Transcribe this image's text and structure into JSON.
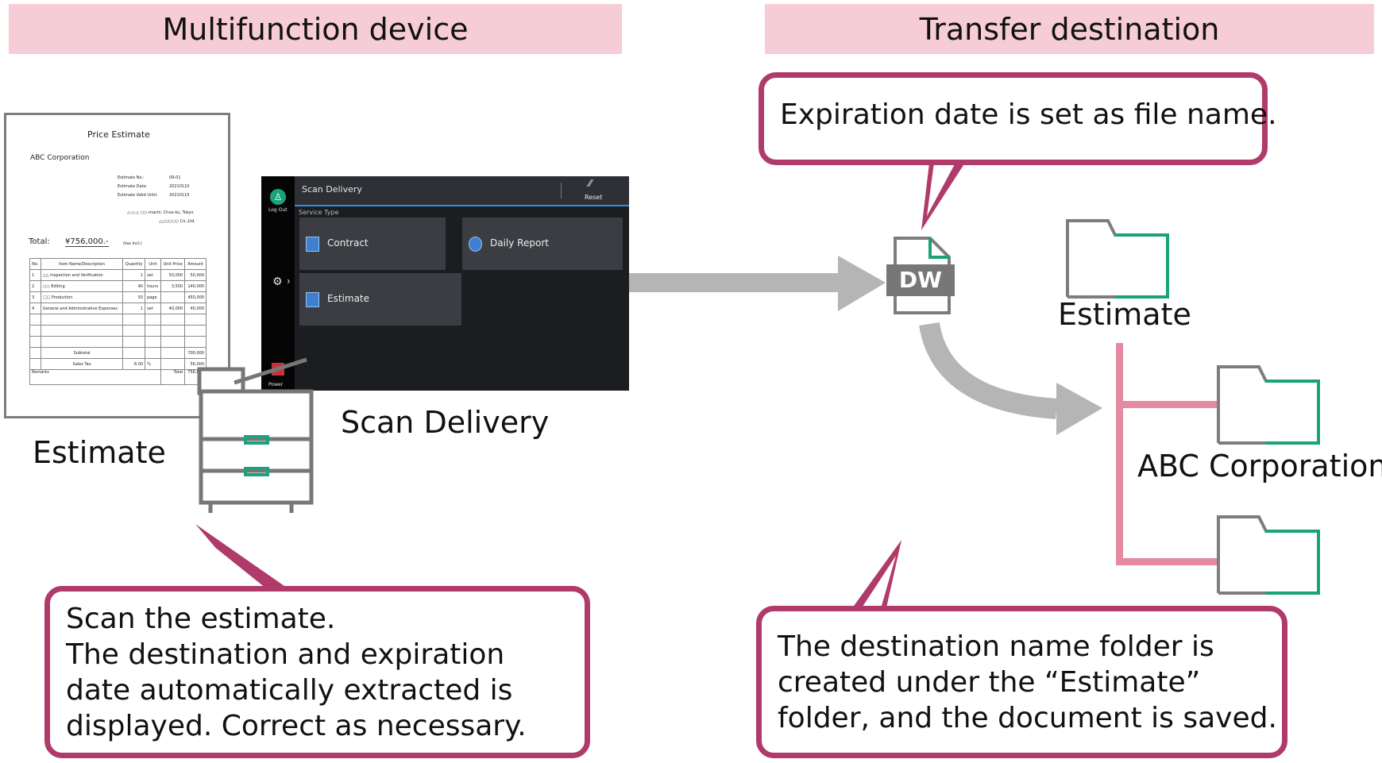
{
  "headers": {
    "left": "Multifunction device",
    "right": "Transfer destination"
  },
  "estimate_doc": {
    "title": "Price Estimate",
    "company": "ABC Corporation",
    "meta": [
      {
        "label": "Estimate No.:",
        "value": "09-01"
      },
      {
        "label": "Estimate Date:",
        "value": "20210110"
      },
      {
        "label": "Estimate Valid Until:",
        "value": "20210115"
      }
    ],
    "address": "△-△-△ ○○-machi, Chuo-ku, Tokyo",
    "sender": "△△○○○○ Co.,Ltd.",
    "total_label": "Total:",
    "total_value": "¥756,000.-",
    "tax_note": "(tax incl.)",
    "columns": [
      "No.",
      "Item Name/Description",
      "Quantity",
      "Unit",
      "Unit Price",
      "Amount"
    ],
    "rows": [
      [
        "1",
        "△△ Inspection and Verification",
        "1",
        "set",
        "50,000",
        "50,000"
      ],
      [
        "2",
        "○○ Editing",
        "40",
        "hours",
        "3,500",
        "140,000"
      ],
      [
        "3",
        "□□ Production",
        "50",
        "page",
        "",
        "450,000"
      ],
      [
        "4",
        "General and Administrative Expenses",
        "1",
        "set",
        "40,000",
        "40,000"
      ]
    ],
    "subtotal_label": "Subtotal",
    "subtotal_value": "700,000",
    "tax_label": "Sales Tax",
    "tax_rate": "8.00",
    "tax_unit": "%",
    "tax_value": "56,000",
    "remarks_label": "Remarks",
    "total2_label": "Total",
    "total2_value": "756,000"
  },
  "estimate_label": "Estimate",
  "screen": {
    "logout": "Log Out",
    "title": "Scan Delivery",
    "reset": "Reset",
    "service_type": "Service Type",
    "services": [
      "Contract",
      "Daily Report",
      "Estimate"
    ],
    "power": "Power"
  },
  "scan_delivery_label": "Scan Delivery",
  "callouts": {
    "scan": [
      "Scan the estimate.",
      "The destination and expiration",
      "date automatically extracted is",
      "displayed. Correct as necessary."
    ],
    "filename": [
      "Expiration date is set as file name."
    ],
    "folder": [
      "The destination name folder is",
      "created under the “Estimate”",
      "folder, and the document is saved."
    ]
  },
  "file_badge": "DW",
  "folders": {
    "parent": "Estimate",
    "child": "ABC Corporation"
  },
  "colors": {
    "header_bg": "#f6cdd6",
    "callout_border": "#b03a6a",
    "tree_line": "#e58aa0",
    "folder_green": "#1aa37a",
    "arrow_gray": "#b5b5b5"
  }
}
